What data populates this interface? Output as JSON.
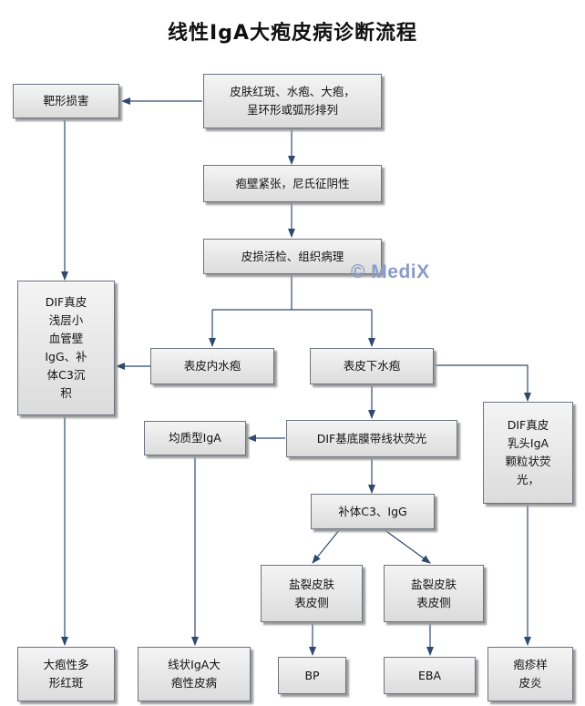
{
  "title": "线性IgA大疱皮病诊断流程",
  "watermark": "© MediX",
  "colors": {
    "edge": "#2f4a6e",
    "box_border": "#6d7380",
    "box_top": "#f4f4f4",
    "box_bottom": "#dcdcdc"
  },
  "nodes": {
    "n1": "皮肤红斑、水疱、大疱，\n呈环形或弧形排列",
    "n2": "靶形损害",
    "n3": "疱壁紧张，尼氏征阴性",
    "n4": "皮损活检、组织病理",
    "n5": "DIF真皮\n浅层小\n血管壁\nIgG、补\n体C3沉\n积",
    "n6": "表皮内水疱",
    "n7": "表皮下水疱",
    "n8": "均质型IgA",
    "n9": "DIF基底膜带线状荧光",
    "n10": "DIF真皮\n乳头IgA\n颗粒状荧\n光，",
    "n11": "补体C3、IgG",
    "n12": "盐裂皮肤\n表皮侧",
    "n13": "盐裂皮肤\n表皮侧",
    "n14": "大疱性多\n形红斑",
    "n15": "线状IgA大\n疱性皮病",
    "n16": "BP",
    "n17": "EBA",
    "n18": "疱疹样\n皮炎"
  }
}
